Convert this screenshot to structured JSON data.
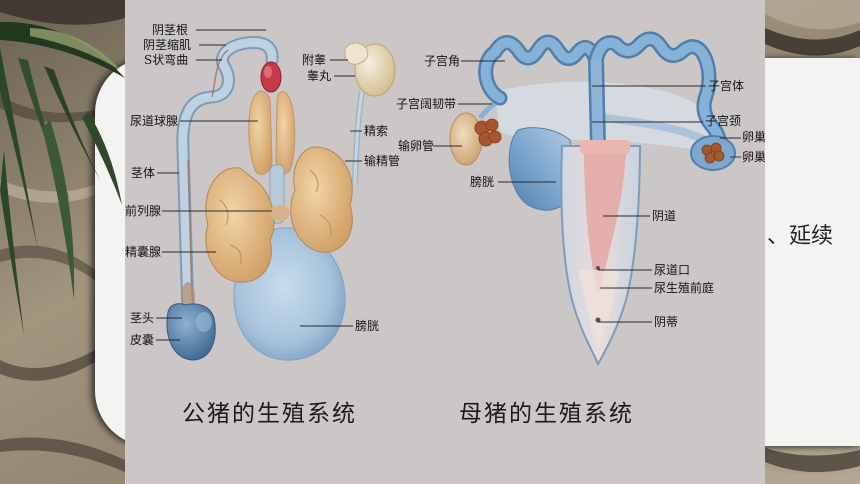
{
  "slide": {
    "side_text": "、延续"
  },
  "diagram": {
    "male": {
      "caption": "公猪的生殖系统",
      "labels": [
        "阴茎根",
        "阴茎缩肌",
        "S状弯曲",
        "尿道球腺",
        "茎体",
        "前列腺",
        "精囊腺",
        "茎头",
        "皮囊",
        "附睾",
        "睾丸",
        "精索",
        "输精管",
        "膀胱"
      ]
    },
    "female": {
      "caption": "母猪的生殖系统",
      "labels": [
        "子宫角",
        "子宫阔韧带",
        "输卵管",
        "膀胱",
        "子宫体",
        "子宫颈",
        "卵巢",
        "卵巢",
        "阴道",
        "尿道口",
        "尿生殖前庭",
        "阴蒂"
      ]
    }
  },
  "colors": {
    "diagram_background": "#cbc7c6",
    "panel": "#f3f3f1",
    "bladder_blue": "#a6c3dc",
    "gland_tan": "#e3bb86",
    "uterine_horn_blue": "#87b2d8",
    "vagina_pink": "#e4a7a2"
  }
}
